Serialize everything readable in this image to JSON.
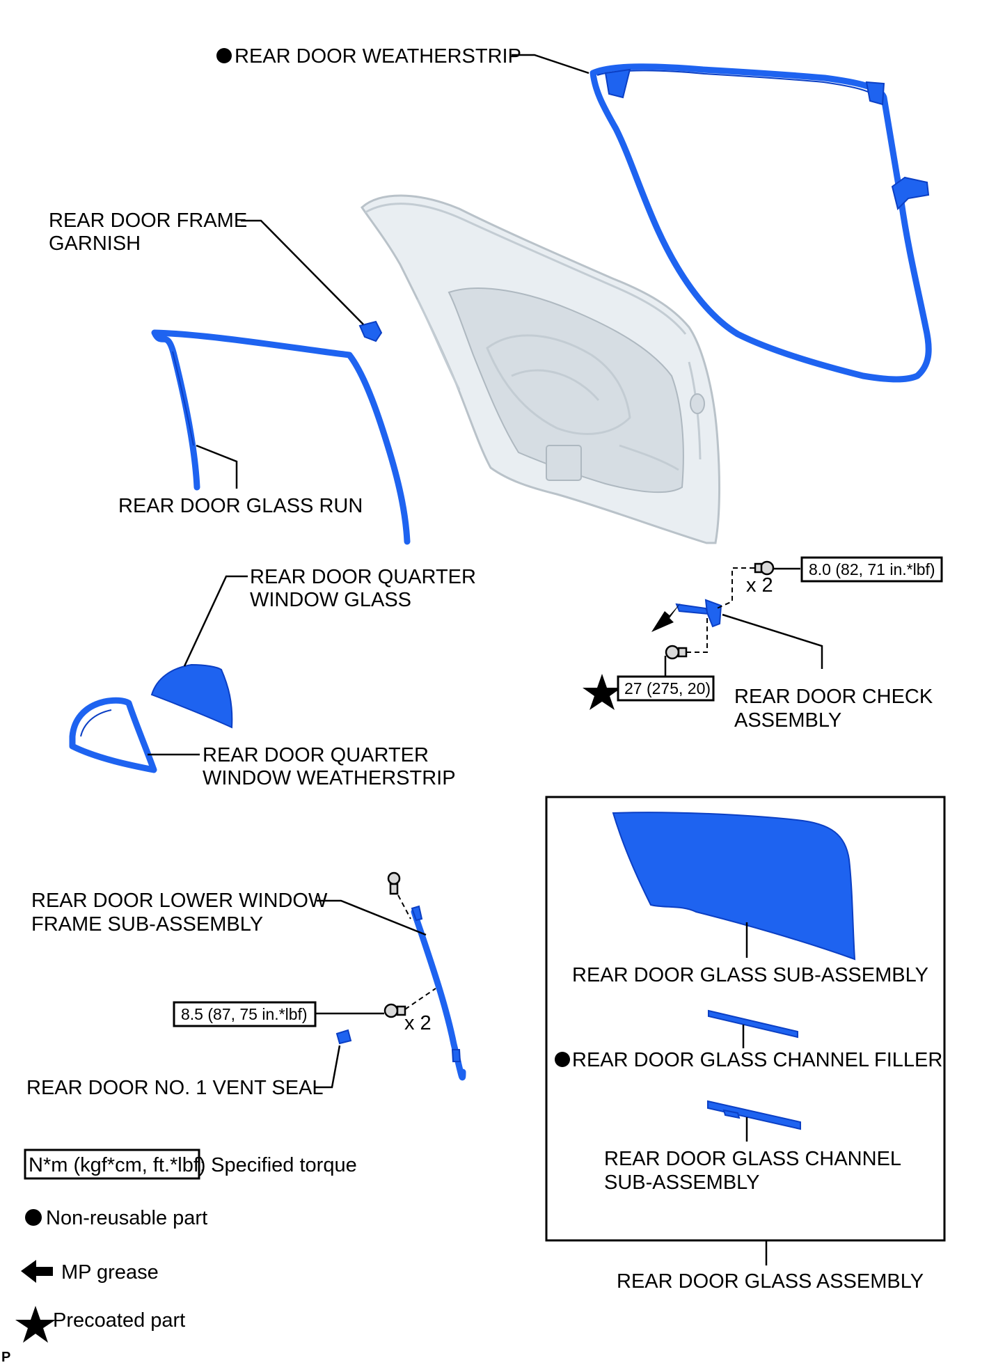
{
  "labels": {
    "rear_door_weatherstrip": "REAR DOOR WEATHERSTRIP",
    "frame_garnish_line1": "REAR DOOR FRAME",
    "frame_garnish_line2": "GARNISH",
    "glass_run": "REAR DOOR GLASS RUN",
    "quarter_glass_line1": "REAR DOOR QUARTER",
    "quarter_glass_line2": "WINDOW GLASS",
    "quarter_weatherstrip_line1": "REAR DOOR QUARTER",
    "quarter_weatherstrip_line2": "WINDOW WEATHERSTRIP",
    "check_assembly_line1": "REAR DOOR CHECK",
    "check_assembly_line2": "ASSEMBLY",
    "lower_frame_line1": "REAR DOOR LOWER WINDOW",
    "lower_frame_line2": "FRAME SUB-ASSEMBLY",
    "vent_seal": "REAR DOOR NO. 1 VENT SEAL",
    "glass_sub_assembly": "REAR DOOR GLASS SUB-ASSEMBLY",
    "channel_filler": "REAR DOOR GLASS CHANNEL FILLER",
    "channel_sub_line1": "REAR DOOR GLASS CHANNEL",
    "channel_sub_line2": "SUB-ASSEMBLY",
    "glass_assembly": "REAR DOOR GLASS ASSEMBLY"
  },
  "torques": {
    "check_upper": "8.0 (82, 71 in.*lbf)",
    "check_lower": "27 (275, 20)",
    "lower_frame": "8.5 (87, 75 in.*lbf)"
  },
  "quantities": {
    "check_upper": "x 2",
    "lower_frame": "x 2"
  },
  "legend": {
    "torque_box": "N*m (kgf*cm, ft.*lbf)",
    "torque_desc": ": Specified torque",
    "non_reusable": "Non-reusable part",
    "mp_grease": "MP grease",
    "precoated": "Precoated part"
  },
  "corner_mark": "P",
  "colors": {
    "part_fill": "#1e63f0",
    "part_edge": "#0b3fc4",
    "door_fill": "#e9eef2",
    "ink": "#000000"
  },
  "icons": {
    "non_reusable": "filled-circle-icon",
    "mp_grease": "left-arrow-icon",
    "precoated": "star-icon"
  }
}
